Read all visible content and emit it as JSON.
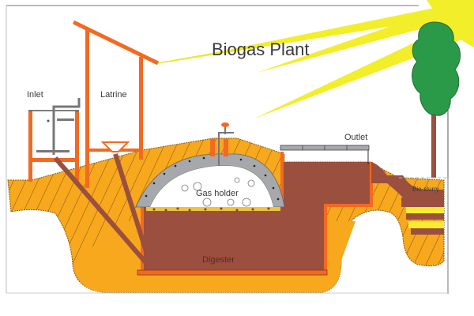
{
  "diagram": {
    "title": "Biogas Plant",
    "labels": {
      "inlet": "Inlet",
      "latrine": "Latrine",
      "gas_holder": "Gas holder",
      "outlet": "Outlet",
      "digester": "Digester",
      "bio_slurry": "Bio-slurry"
    },
    "colors": {
      "soil": "#f7a81d",
      "pipe_orange": "#f26a21",
      "slurry_brown": "#9b4f3f",
      "concrete_gray": "#a6a8ab",
      "sun_yellow": "#f2ee2a",
      "tree_green": "#2a9a48",
      "trunk_brown": "#9b4f3f",
      "fertile_yellow": "#f8ec33"
    }
  }
}
